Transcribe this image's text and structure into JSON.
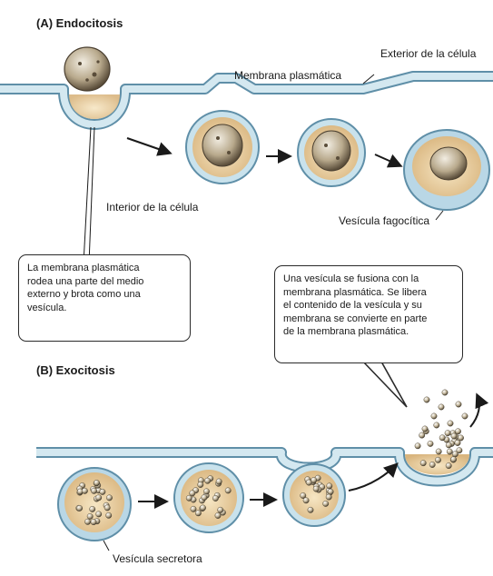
{
  "sections": {
    "endocytosis_title": "(A) Endocitosis",
    "exocytosis_title": "(B) Exocitosis"
  },
  "labels": {
    "exterior": "Exterior de la célula",
    "membrane": "Membrana plasmática",
    "interior": "Interior de la célula",
    "phagocytic_vesicle": "Vesícula fagocítica",
    "secretory_vesicle": "Vesícula secretora"
  },
  "callouts": {
    "endocytosis_note": [
      "La membrana plasmática",
      "rodea una parte del medio",
      "externo y brota como una",
      "vesícula."
    ],
    "exocytosis_note": [
      "Una vesícula se fusiona con la",
      "membrana plasmática. Se libera",
      "el contenido de la vesícula y su",
      "membrana se convierte en parte",
      "de la membrana plasmática."
    ]
  },
  "colors": {
    "membrane": "#c9e2ec",
    "membrane_edge": "#5f8fa8",
    "cytoplasm": "#e3c99a",
    "particle": "#8b7a60"
  }
}
